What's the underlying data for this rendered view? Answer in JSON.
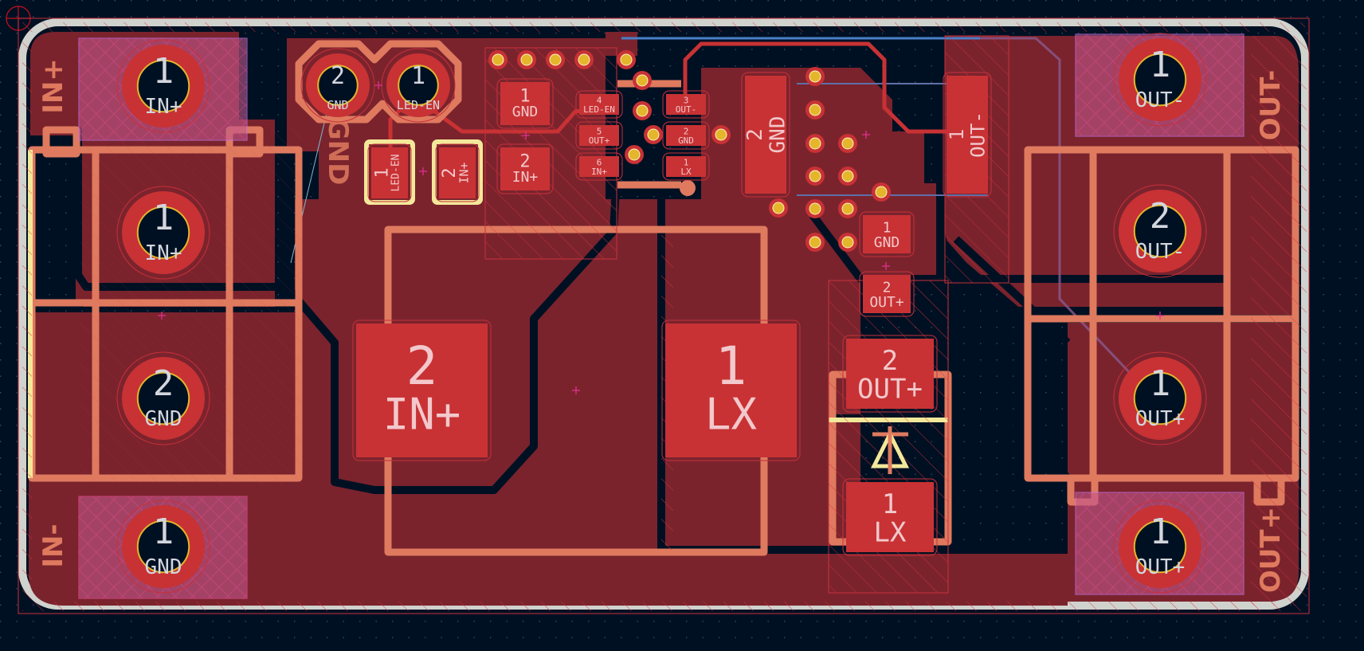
{
  "colors": {
    "background": "#001023",
    "copper_fill": "#7a232d",
    "pad": "#c83234",
    "silkscreen": "#df7a5f",
    "edge_cuts": "#d0d2cd",
    "courtyard": "#f3e89a",
    "via_hole": "#e3b62b",
    "fab_highlight": "#c0578c",
    "ratsnest": "#4a7fc8"
  },
  "board_silk": {
    "in_plus": "IN+",
    "in_minus": "IN-",
    "out_minus": "OUT-",
    "out_plus": "OUT+",
    "gnd": "GND"
  },
  "through_hole_pads": [
    {
      "num": "1",
      "net": "IN+"
    },
    {
      "num": "1",
      "net": "IN+"
    },
    {
      "num": "2",
      "net": "GND"
    },
    {
      "num": "1",
      "net": "GND"
    },
    {
      "num": "2",
      "net": "GND"
    },
    {
      "num": "1",
      "net": "LED-EN"
    },
    {
      "num": "1",
      "net": "OUT-"
    },
    {
      "num": "2",
      "net": "OUT-"
    },
    {
      "num": "1",
      "net": "OUT+"
    },
    {
      "num": "1",
      "net": "OUT+"
    }
  ],
  "smd_pads": [
    {
      "num": "1",
      "net": "LED-EN"
    },
    {
      "num": "2",
      "net": "IN+"
    },
    {
      "num": "1",
      "net": "GND"
    },
    {
      "num": "2",
      "net": "IN+"
    },
    {
      "num": "4",
      "net": "LED-EN"
    },
    {
      "num": "5",
      "net": "OUT+"
    },
    {
      "num": "6",
      "net": "IN+"
    },
    {
      "num": "3",
      "net": "OUT-"
    },
    {
      "num": "2",
      "net": "GND"
    },
    {
      "num": "1",
      "net": "LX"
    },
    {
      "num": "2",
      "net": "GND"
    },
    {
      "num": "1",
      "net": "OUT-"
    },
    {
      "num": "1",
      "net": "GND"
    },
    {
      "num": "2",
      "net": "OUT+"
    },
    {
      "num": "2",
      "net": "IN+"
    },
    {
      "num": "1",
      "net": "LX"
    },
    {
      "num": "2",
      "net": "OUT+"
    },
    {
      "num": "1",
      "net": "LX"
    }
  ]
}
